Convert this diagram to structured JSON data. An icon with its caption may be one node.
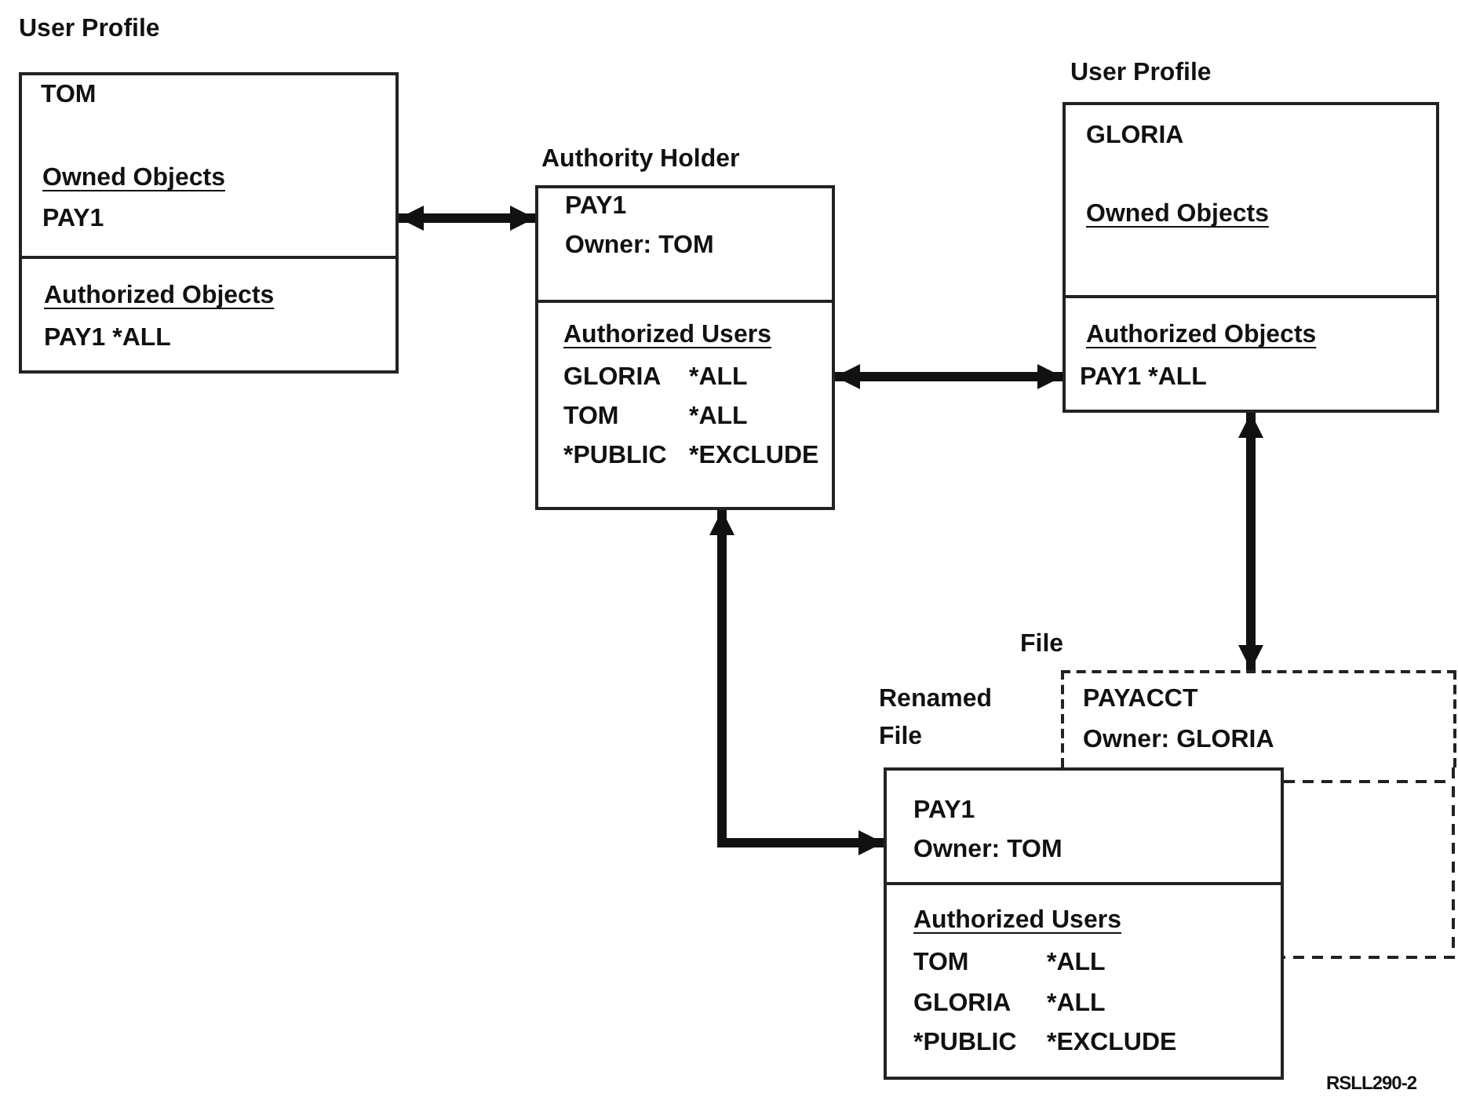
{
  "diagram": {
    "nodes": [
      {
        "text": [
          "User Profile",
          "TOM",
          "Owned Objects",
          "PAY1",
          "Authorized Objects",
          "PAY1 *ALL"
        ]
      },
      {
        "text": [
          "Authority Holder",
          "PAY1",
          "Owner: TOM",
          "Authorized Users",
          "GLORIA",
          "*ALL",
          "TOM",
          "*ALL",
          "*PUBLIC",
          "*EXCLUDE"
        ]
      },
      {
        "text": [
          "User Profile",
          "GLORIA",
          "Owned Objects",
          "Authorized Objects",
          "PAY1 *ALL"
        ]
      },
      {
        "text": [
          "File",
          "PAYACCT",
          "Owner: GLORIA"
        ]
      },
      {
        "text": [
          "Renamed File",
          "PAY1",
          "Owner: TOM",
          "Authorized Users",
          "TOM",
          "*ALL",
          "GLORIA",
          "*ALL",
          "*PUBLIC",
          "*EXCLUDE"
        ]
      }
    ],
    "edges": [
      {
        "from": 0,
        "to": 1,
        "arrow": "both"
      },
      {
        "from": 1,
        "to": 2,
        "arrow": "both"
      },
      {
        "from": 2,
        "to": 3,
        "arrow": "both"
      },
      {
        "from": 1,
        "to": 4,
        "arrow": "both"
      }
    ],
    "labels": [
      "RSLL290-2"
    ]
  }
}
